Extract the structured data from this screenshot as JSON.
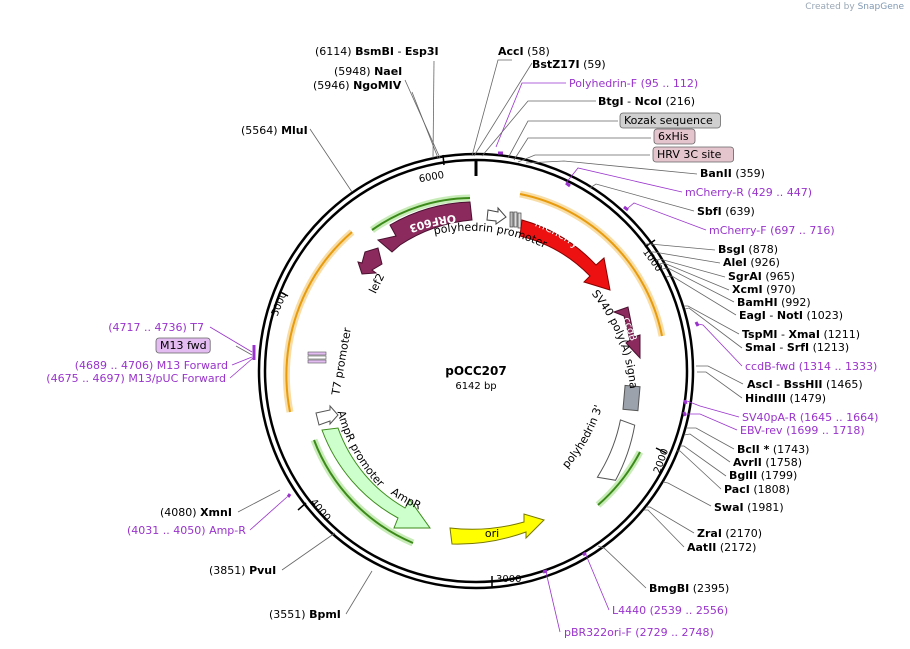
{
  "watermark": {
    "prefix": "Created by",
    "brand": "SnapGene"
  },
  "plasmid": {
    "name": "pOCC207",
    "size_label": "6142 bp"
  },
  "ticks": [
    "1000",
    "2000",
    "3000",
    "4000",
    "5000",
    "6000"
  ],
  "features": {
    "orf603": "ORF603",
    "mcherry": "mCherry",
    "ccdb": "ccdB",
    "polyhedrin_promoter": "polyhedrin promoter",
    "lef2": "lef2",
    "sv40": "SV40 poly(A) signal",
    "polyhedrin_utr": "polyhedrin 3' UTR",
    "t7_promoter": "T7 promoter",
    "ampr_promoter": "AmpR promoter",
    "ampr": "AmpR",
    "ori": "ori"
  },
  "labels": [
    {
      "pos": "(6114)",
      "name": "BsmBI",
      "sep": "-",
      "name2": "Esp3I",
      "type": "enzyme"
    },
    {
      "name": "AccI",
      "pos": "(58)",
      "type": "enzyme"
    },
    {
      "name": "BstZ17I",
      "pos": "(59)",
      "type": "enzyme"
    },
    {
      "pos": "(5948)",
      "name": "NaeI",
      "type": "enzyme"
    },
    {
      "pos": "(5946)",
      "name": "NgoMIV",
      "type": "enzyme"
    },
    {
      "name": "Polyhedrin-F",
      "pos": "(95 .. 112)",
      "type": "primer"
    },
    {
      "name": "BtgI",
      "sep": "-",
      "name2": "NcoI",
      "pos": "(216)",
      "type": "enzyme"
    },
    {
      "pos": "(5564)",
      "name": "MluI",
      "type": "enzyme"
    },
    {
      "name": "Kozak sequence",
      "type": "box",
      "fill": "#d0d0d0"
    },
    {
      "name": "6xHis",
      "type": "box",
      "fill": "#e4c4cd"
    },
    {
      "name": "HRV 3C site",
      "type": "box",
      "fill": "#e4c4cd"
    },
    {
      "name": "BanII",
      "pos": "(359)",
      "type": "enzyme"
    },
    {
      "name": "mCherry-R",
      "pos": "(429 .. 447)",
      "type": "primer"
    },
    {
      "name": "SbfI",
      "pos": "(639)",
      "type": "enzyme"
    },
    {
      "name": "mCherry-F",
      "pos": "(697 .. 716)",
      "type": "primer"
    },
    {
      "name": "BsgI",
      "pos": "(878)",
      "type": "enzyme"
    },
    {
      "name": "AleI",
      "pos": "(926)",
      "type": "enzyme"
    },
    {
      "name": "SgrAI",
      "pos": "(965)",
      "type": "enzyme"
    },
    {
      "name": "XcmI",
      "pos": "(970)",
      "type": "enzyme"
    },
    {
      "name": "BamHI",
      "pos": "(992)",
      "type": "enzyme"
    },
    {
      "name": "EagI",
      "sep": "-",
      "name2": "NotI",
      "pos": "(1023)",
      "type": "enzyme"
    },
    {
      "name": "TspMI",
      "sep": "-",
      "name2": "XmaI",
      "pos": "(1211)",
      "type": "enzyme"
    },
    {
      "name": "SmaI",
      "sep": "-",
      "name2": "SrfI",
      "pos": "(1213)",
      "type": "enzyme"
    },
    {
      "name": "ccdB-fwd",
      "pos": "(1314 .. 1333)",
      "type": "primer"
    },
    {
      "pos": "(4717 .. 4736)",
      "name": "T7",
      "type": "primer"
    },
    {
      "name": "M13 fwd",
      "type": "box",
      "fill": "#e3bdf2"
    },
    {
      "pos": "(4689 .. 4706)",
      "name": "M13 Forward",
      "type": "primer"
    },
    {
      "pos": "(4675 .. 4697)",
      "name": "M13/pUC Forward",
      "type": "primer"
    },
    {
      "name": "AscI",
      "sep": "-",
      "name2": "BssHII",
      "pos": "(1465)",
      "type": "enzyme"
    },
    {
      "name": "HindIII",
      "pos": "(1479)",
      "type": "enzyme"
    },
    {
      "name": "SV40pA-R",
      "pos": "(1645 .. 1664)",
      "type": "primer"
    },
    {
      "name": "EBV-rev",
      "pos": "(1699 .. 1718)",
      "type": "primer"
    },
    {
      "name": "BclI *",
      "pos": "(1743)",
      "type": "enzyme"
    },
    {
      "name": "AvrII",
      "pos": "(1758)",
      "type": "enzyme"
    },
    {
      "name": "BglII",
      "pos": "(1799)",
      "type": "enzyme"
    },
    {
      "name": "PacI",
      "pos": "(1808)",
      "type": "enzyme"
    },
    {
      "name": "SwaI",
      "pos": "(1981)",
      "type": "enzyme"
    },
    {
      "pos": "(4080)",
      "name": "XmnI",
      "type": "enzyme"
    },
    {
      "pos": "(4031 .. 4050)",
      "name": "Amp-R",
      "type": "primer"
    },
    {
      "name": "ZraI",
      "pos": "(2170)",
      "type": "enzyme"
    },
    {
      "name": "AatII",
      "pos": "(2172)",
      "type": "enzyme"
    },
    {
      "pos": "(3851)",
      "name": "PvuI",
      "type": "enzyme"
    },
    {
      "name": "BmgBI",
      "pos": "(2395)",
      "type": "enzyme"
    },
    {
      "name": "L4440",
      "pos": "(2539 .. 2556)",
      "type": "primer"
    },
    {
      "pos": "(3551)",
      "name": "BpmI",
      "type": "enzyme"
    },
    {
      "name": "pBR322ori-F",
      "pos": "(2729 .. 2748)",
      "type": "primer"
    }
  ],
  "colors": {
    "primer": "#9933cc",
    "enzyme": "#000000",
    "mcherry": "#ee1111",
    "orf": "#8b2a5c",
    "ampr": "#ccffcc",
    "ori": "#ffff00",
    "gene_track": "#ef9f00",
    "sv40": "#999999"
  }
}
